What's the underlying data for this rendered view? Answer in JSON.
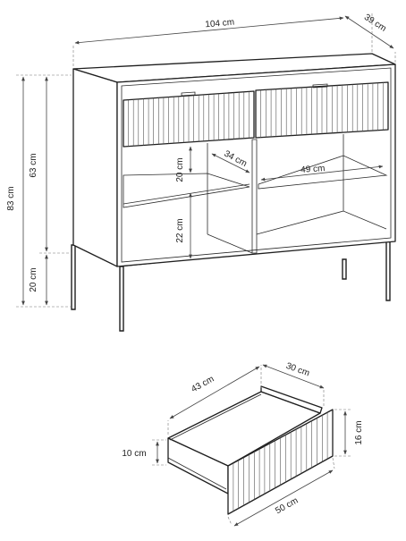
{
  "dimensions": {
    "width": "104 cm",
    "depth": "39 cm",
    "total_height": "83 cm",
    "body_height": "63 cm",
    "leg_height": "20 cm",
    "shelf_gap_upper": "20 cm",
    "shelf_gap_lower": "22 cm",
    "shelf_depth": "34 cm",
    "shelf_width": "49 cm"
  },
  "drawer": {
    "width": "43 cm",
    "depth": "30 cm",
    "front_height": "16 cm",
    "inner_height": "10 cm",
    "front_width": "50 cm"
  },
  "colors": {
    "line": "#1f1f1f",
    "dimension": "#444444",
    "background": "#ffffff"
  }
}
